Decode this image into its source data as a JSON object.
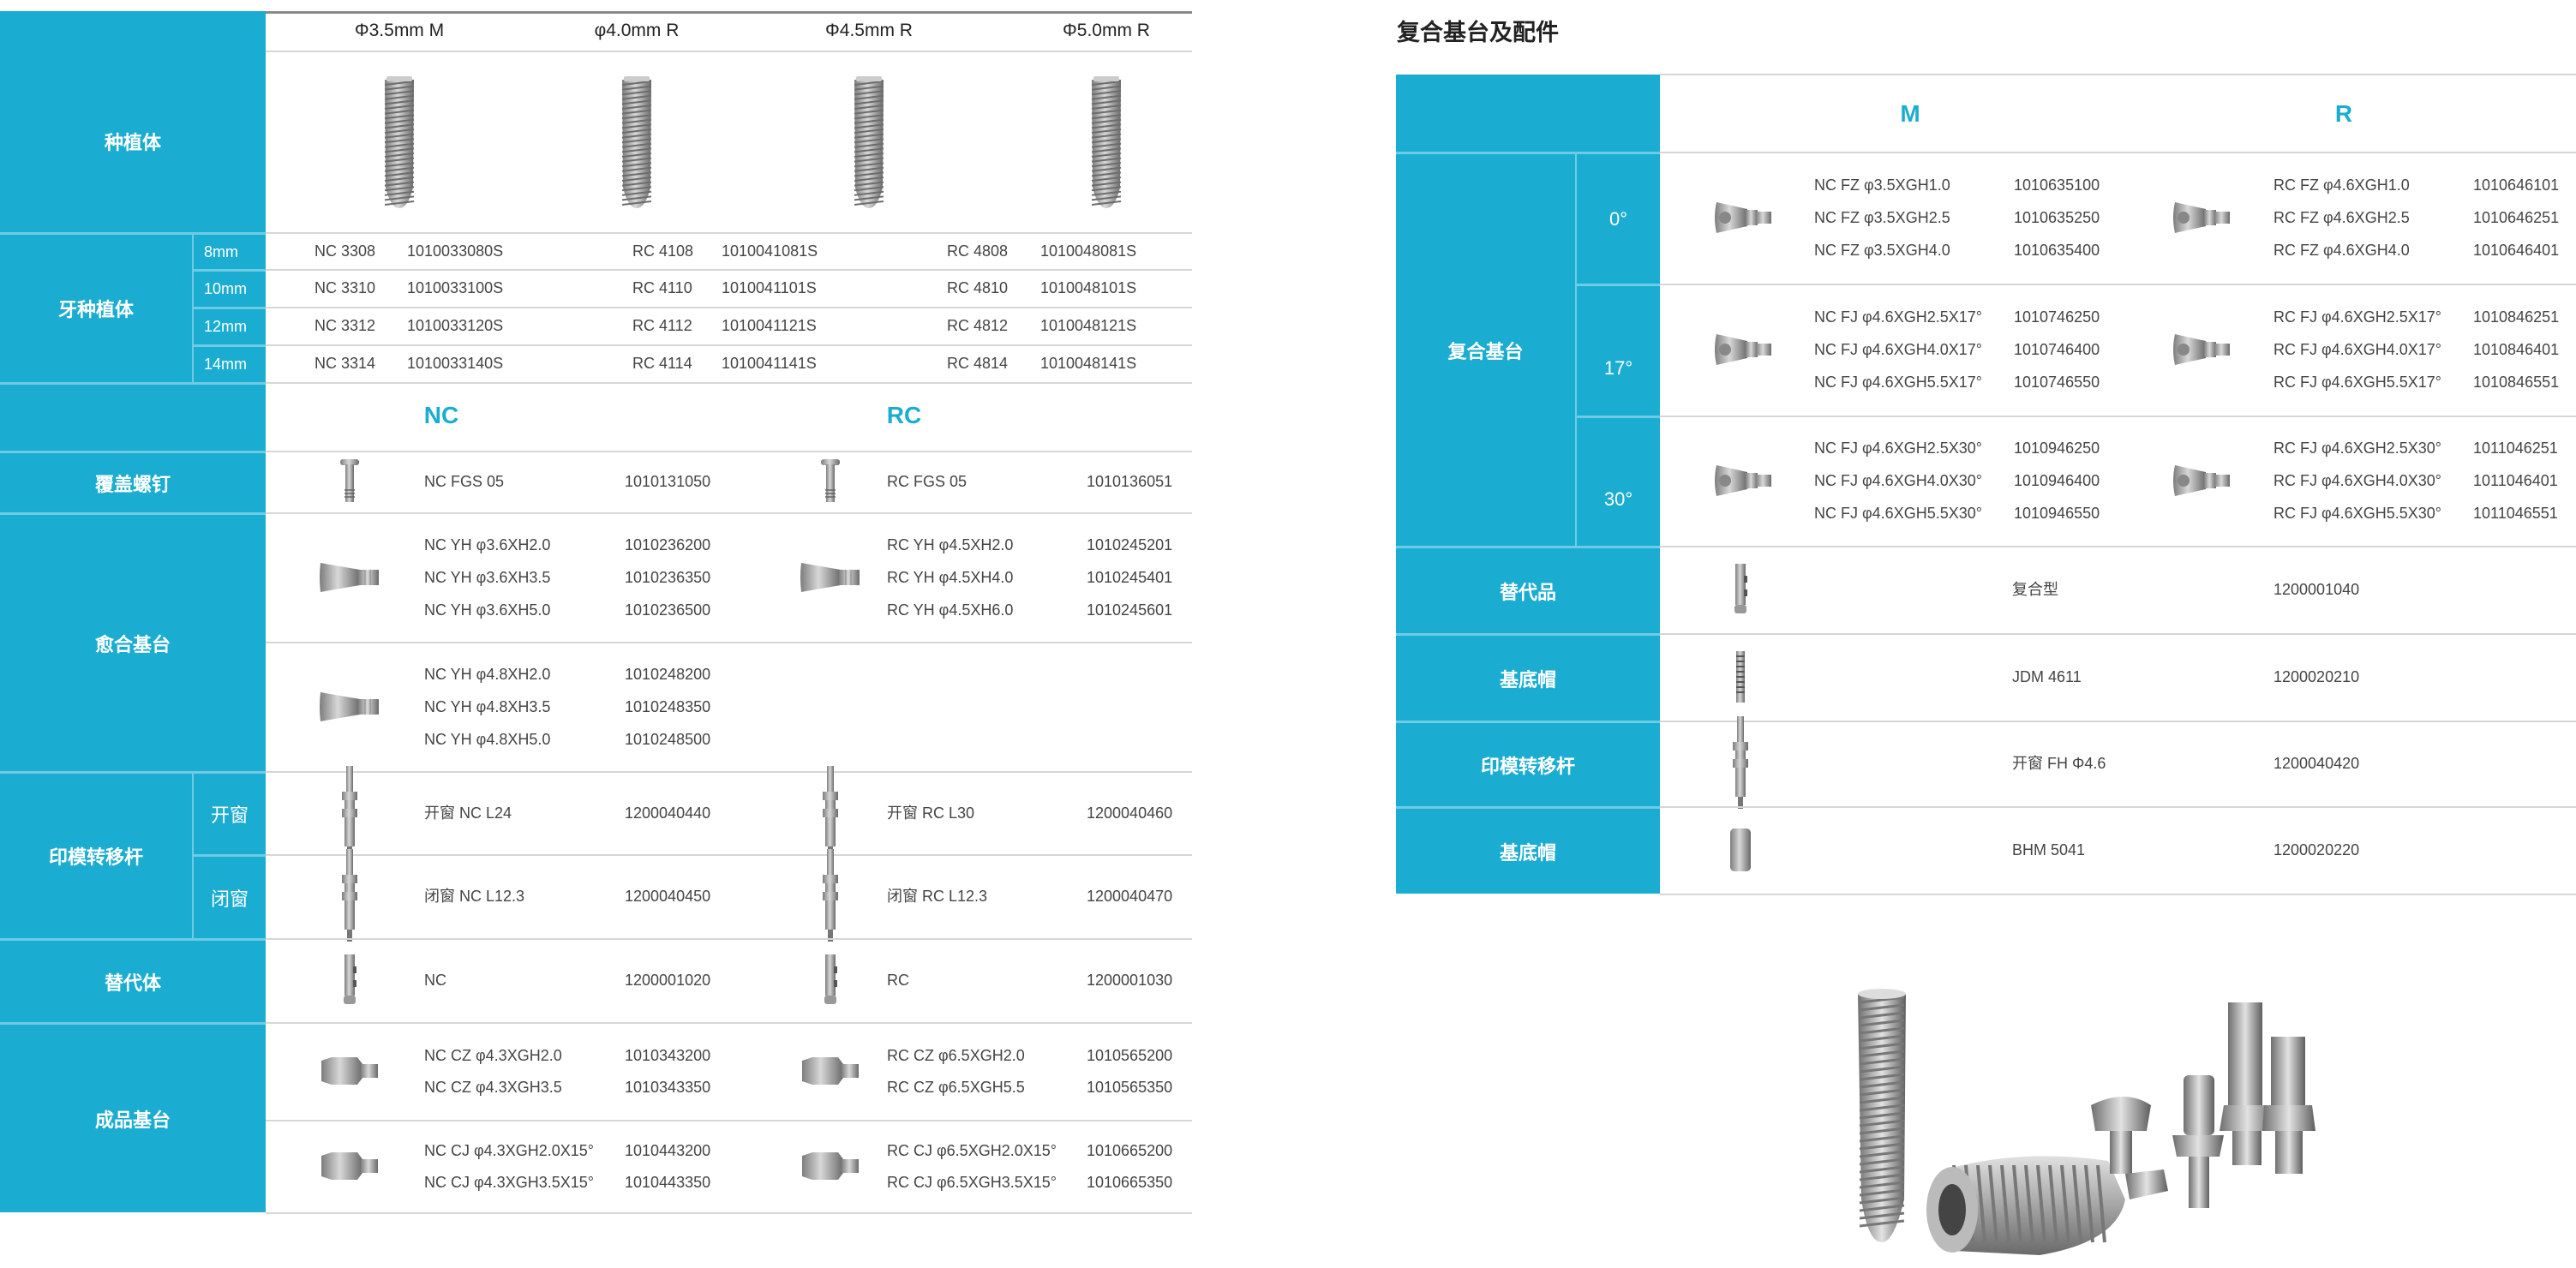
{
  "left": {
    "header_cols": [
      "Φ3.5mm  M",
      "φ4.0mm  R",
      "Φ4.5mm  R",
      "Φ5.0mm  R"
    ],
    "implant_label": "种植体",
    "sizes_label": "牙种植体",
    "sizes": [
      {
        "size": "8mm",
        "items": [
          [
            "NC 3308",
            "1010033080S"
          ],
          [
            "RC 4108",
            "1010041081S"
          ],
          [
            "RC 4808",
            "1010048081S"
          ]
        ]
      },
      {
        "size": "10mm",
        "items": [
          [
            "NC 3310",
            "1010033100S"
          ],
          [
            "RC 4110",
            "1010041101S"
          ],
          [
            "RC 4810",
            "1010048101S"
          ]
        ]
      },
      {
        "size": "12mm",
        "items": [
          [
            "NC 3312",
            "1010033120S"
          ],
          [
            "RC 4112",
            "1010041121S"
          ],
          [
            "RC 4812",
            "1010048121S"
          ]
        ]
      },
      {
        "size": "14mm",
        "items": [
          [
            "NC 3314",
            "1010033140S"
          ],
          [
            "RC 4114",
            "1010041141S"
          ],
          [
            "RC 4814",
            "1010048141S"
          ]
        ]
      }
    ],
    "groups": {
      "nc": "NC",
      "rc": "RC"
    },
    "sections": [
      {
        "label": "覆盖螺钉",
        "icon": "screw",
        "rows": [
          {
            "nc": [
              [
                "NC FGS 05",
                "1010131050"
              ]
            ],
            "rc": [
              [
                "RC FGS 05",
                "1010136051"
              ]
            ]
          }
        ]
      },
      {
        "label": "愈合基台",
        "icon": "healing",
        "rows": [
          {
            "nc": [
              [
                "NC YH φ3.6XH2.0",
                "1010236200"
              ],
              [
                "NC YH φ3.6XH3.5",
                "1010236350"
              ],
              [
                "NC YH φ3.6XH5.0",
                "1010236500"
              ]
            ],
            "rc": [
              [
                "RC YH φ4.5XH2.0",
                "1010245201"
              ],
              [
                "RC YH φ4.5XH4.0",
                "1010245401"
              ],
              [
                "RC YH φ4.5XH6.0",
                "1010245601"
              ]
            ]
          },
          {
            "nc": [
              [
                "NC YH φ4.8XH2.0",
                "1010248200"
              ],
              [
                "NC YH φ4.8XH3.5",
                "1010248350"
              ],
              [
                "NC YH φ4.8XH5.0",
                "1010248500"
              ]
            ],
            "rc": []
          }
        ]
      },
      {
        "label": "印模转移杆",
        "icon": "transfer",
        "rows": [
          {
            "sub": "开窗",
            "nc": [
              [
                "开窗  NC  L24",
                "1200040440"
              ]
            ],
            "rc": [
              [
                "开窗  RC  L30",
                "1200040460"
              ]
            ]
          },
          {
            "sub": "闭窗",
            "nc": [
              [
                "闭窗  NC  L12.3",
                "1200040450"
              ]
            ],
            "rc": [
              [
                "闭窗  RC  L12.3",
                "1200040470"
              ]
            ]
          }
        ]
      },
      {
        "label": "替代体",
        "icon": "analog",
        "rows": [
          {
            "nc": [
              [
                "NC",
                "1200001020"
              ]
            ],
            "rc": [
              [
                "RC",
                "1200001030"
              ]
            ]
          }
        ]
      },
      {
        "label": "成品基台",
        "icon": "abutment",
        "rows": [
          {
            "nc": [
              [
                "NC CZ φ4.3XGH2.0",
                "1010343200"
              ],
              [
                "NC CZ φ4.3XGH3.5",
                "1010343350"
              ]
            ],
            "rc": [
              [
                "RC CZ φ6.5XGH2.0",
                "1010565200"
              ],
              [
                "RC CZ φ6.5XGH5.5",
                "1010565350"
              ]
            ]
          },
          {
            "nc": [
              [
                "NC CJ φ4.3XGH2.0X15°",
                "1010443200"
              ],
              [
                "NC CJ φ4.3XGH3.5X15°",
                "1010443350"
              ]
            ],
            "rc": [
              [
                "RC CJ φ6.5XGH2.0X15°",
                "1010665200"
              ],
              [
                "RC CJ φ6.5XGH3.5X15°",
                "1010665350"
              ]
            ]
          }
        ]
      }
    ]
  },
  "right": {
    "title": "复合基台及配件",
    "cols": [
      "M",
      "R"
    ],
    "composite_label": "复合基台",
    "angles": [
      {
        "angle": "0°",
        "m": [
          [
            "NC FZ φ3.5XGH1.0",
            "1010635100"
          ],
          [
            "NC FZ φ3.5XGH2.5",
            "1010635250"
          ],
          [
            "NC FZ φ3.5XGH4.0",
            "1010635400"
          ]
        ],
        "r": [
          [
            "RC FZ φ4.6XGH1.0",
            "1010646101"
          ],
          [
            "RC FZ φ4.6XGH2.5",
            "1010646251"
          ],
          [
            "RC FZ φ4.6XGH4.0",
            "1010646401"
          ]
        ]
      },
      {
        "angle": "17°",
        "m": [
          [
            "NC FJ φ4.6XGH2.5X17°",
            "1010746250"
          ],
          [
            "NC FJ φ4.6XGH4.0X17°",
            "1010746400"
          ],
          [
            "NC FJ φ4.6XGH5.5X17°",
            "1010746550"
          ]
        ],
        "r": [
          [
            "RC FJ φ4.6XGH2.5X17°",
            "1010846251"
          ],
          [
            "RC FJ φ4.6XGH4.0X17°",
            "1010846401"
          ],
          [
            "RC FJ φ4.6XGH5.5X17°",
            "1010846551"
          ]
        ]
      },
      {
        "angle": "30°",
        "m": [
          [
            "NC FJ φ4.6XGH2.5X30°",
            "1010946250"
          ],
          [
            "NC FJ φ4.6XGH4.0X30°",
            "1010946400"
          ],
          [
            "NC FJ φ4.6XGH5.5X30°",
            "1010946550"
          ]
        ],
        "r": [
          [
            "RC FJ φ4.6XGH2.5X30°",
            "1011046251"
          ],
          [
            "RC FJ φ4.6XGH4.0X30°",
            "1011046401"
          ],
          [
            "RC FJ φ4.6XGH5.5X30°",
            "1011046551"
          ]
        ]
      }
    ],
    "extras": [
      {
        "label": "替代品",
        "icon": "analog",
        "name": "复合型",
        "code": "1200001040"
      },
      {
        "label": "基底帽",
        "icon": "spring",
        "name": "JDM 4611",
        "code": "1200020210"
      },
      {
        "label": "印模转移杆",
        "icon": "transfer",
        "name": "开窗  FH  Φ4.6",
        "code": "1200040420"
      },
      {
        "label": "基底帽",
        "icon": "cap",
        "name": "BHM 5041",
        "code": "1200020220"
      }
    ]
  },
  "colors": {
    "accent": "#1badd1",
    "divider": "#d6d6d6",
    "text": "#444444"
  }
}
